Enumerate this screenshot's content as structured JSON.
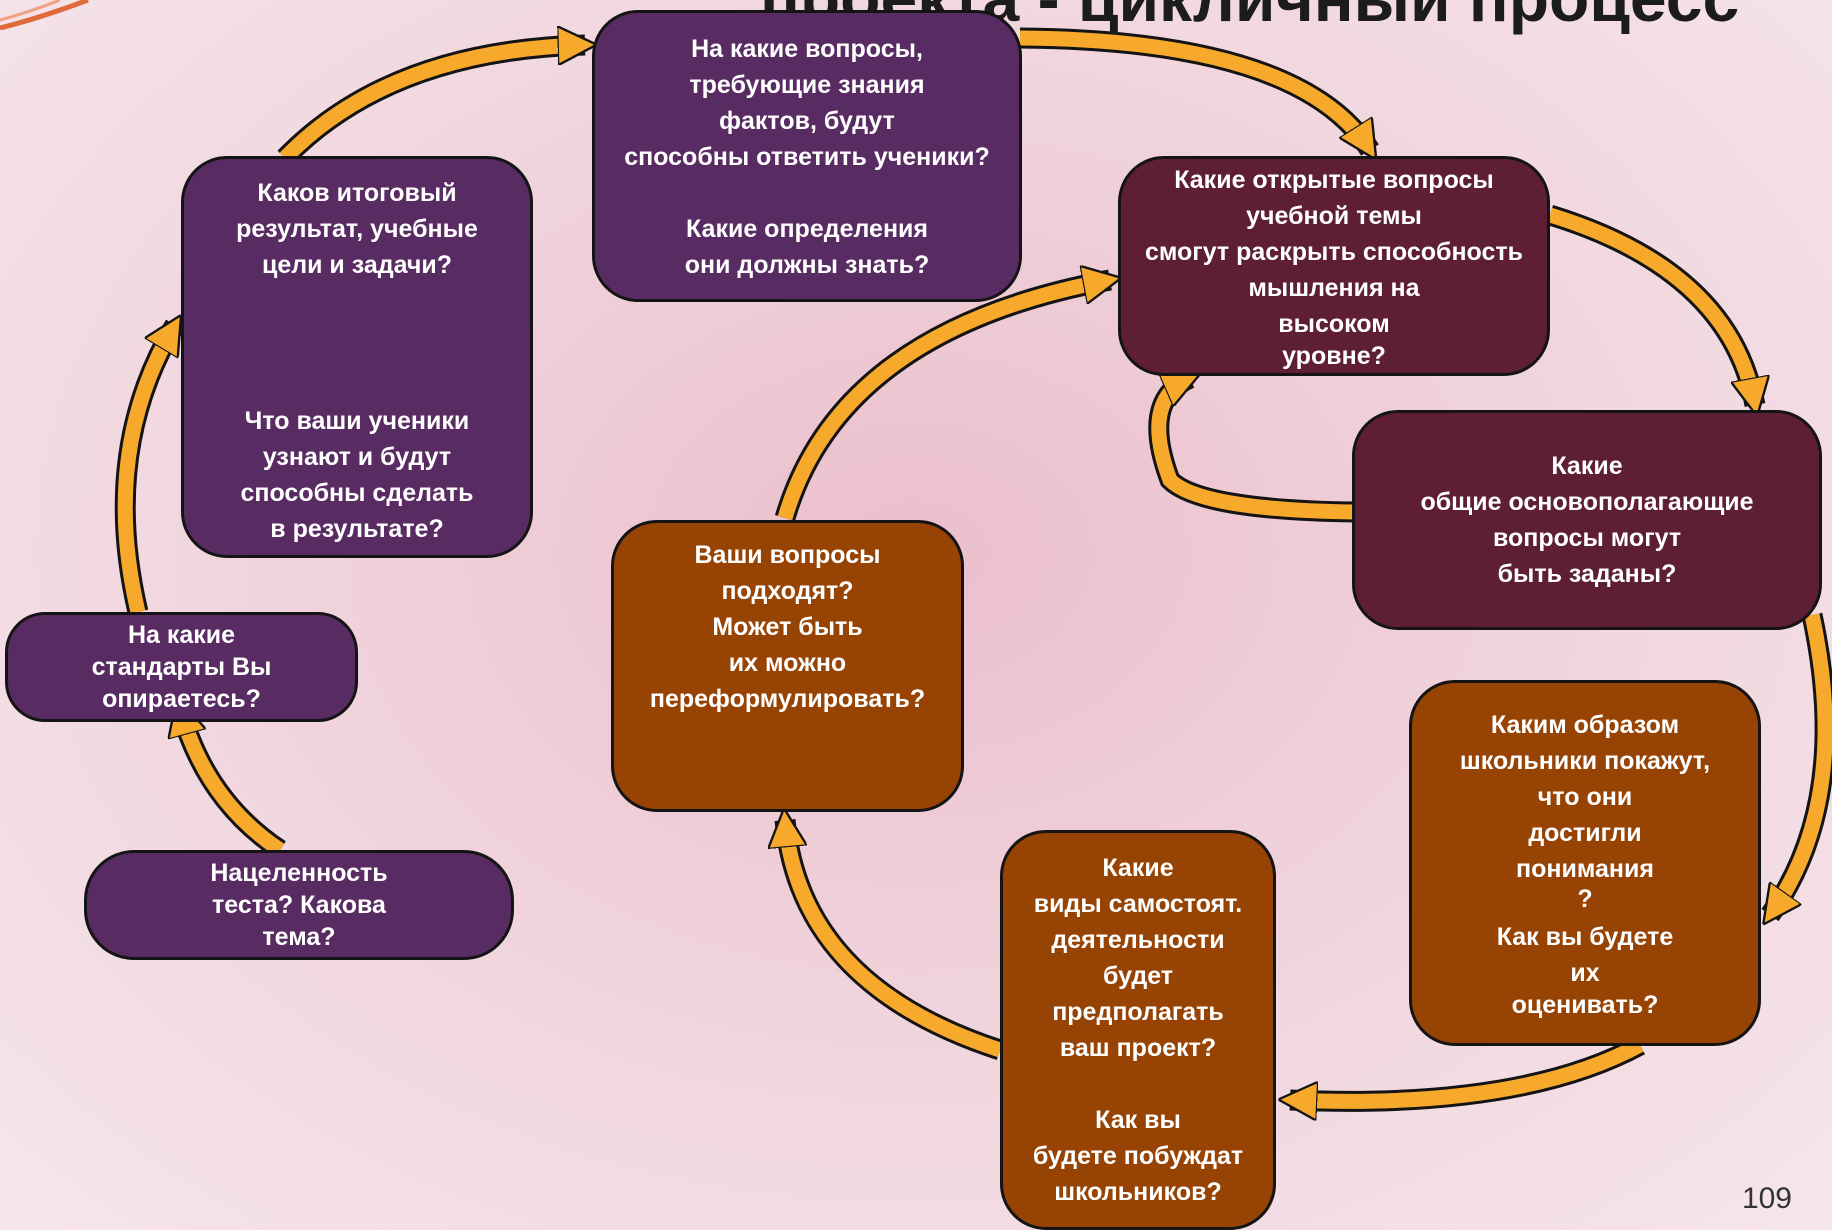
{
  "slide": {
    "title": "проекта - цикличный процесс",
    "page_number": "109"
  },
  "colors": {
    "purple": "#582b63",
    "maroon": "#5e1e36",
    "brown": "#974304",
    "arrow": "#f7a92c"
  },
  "nodes": {
    "results": {
      "lines_top": [
        "Каков итоговый",
        "результат, учебные",
        "цели и задачи?"
      ],
      "lines_bottom": [
        "Что ваши ученики",
        "узнают и будут",
        "способны сделать",
        "в результате?"
      ]
    },
    "knowledge": {
      "lines_top": [
        "На какие вопросы,",
        "требующие знания",
        "фактов, будут",
        "способны ответить ученики?"
      ],
      "lines_bottom": [
        "Какие определения",
        "они должны знать?"
      ]
    },
    "open_questions": {
      "lines": [
        "Какие открытые вопросы",
        "учебной темы",
        "смогут  раскрыть способность",
        "мышления на",
        "высоком",
        "уровне?"
      ]
    },
    "essential": {
      "lines": [
        "Какие",
        "общие основополагающие",
        "вопросы могут",
        "быть заданы?"
      ]
    },
    "assessment": {
      "lines_top": [
        "Каким образом",
        "школьники покажут,",
        "что они",
        "достигли",
        "понимания",
        "?"
      ],
      "lines_bottom": [
        "Как вы будете",
        "их",
        "оценивать?"
      ]
    },
    "activities": {
      "lines_top": [
        "Какие",
        "виды самостоят.",
        "деятельности",
        "будет",
        "предполагать",
        "ваш проект?"
      ],
      "lines_bottom": [
        "Как вы",
        "будете побуждат",
        "школьников?"
      ]
    },
    "reformulate": {
      "lines": [
        "Ваши вопросы",
        "подходят?",
        "Может быть",
        "их можно",
        "переформулировать?"
      ]
    },
    "standards": {
      "lines": [
        "На какие",
        "стандарты Вы",
        "опираетесь?"
      ]
    },
    "topic": {
      "lines": [
        "Нацеленность",
        "теста? Какова",
        "тема?"
      ]
    }
  }
}
